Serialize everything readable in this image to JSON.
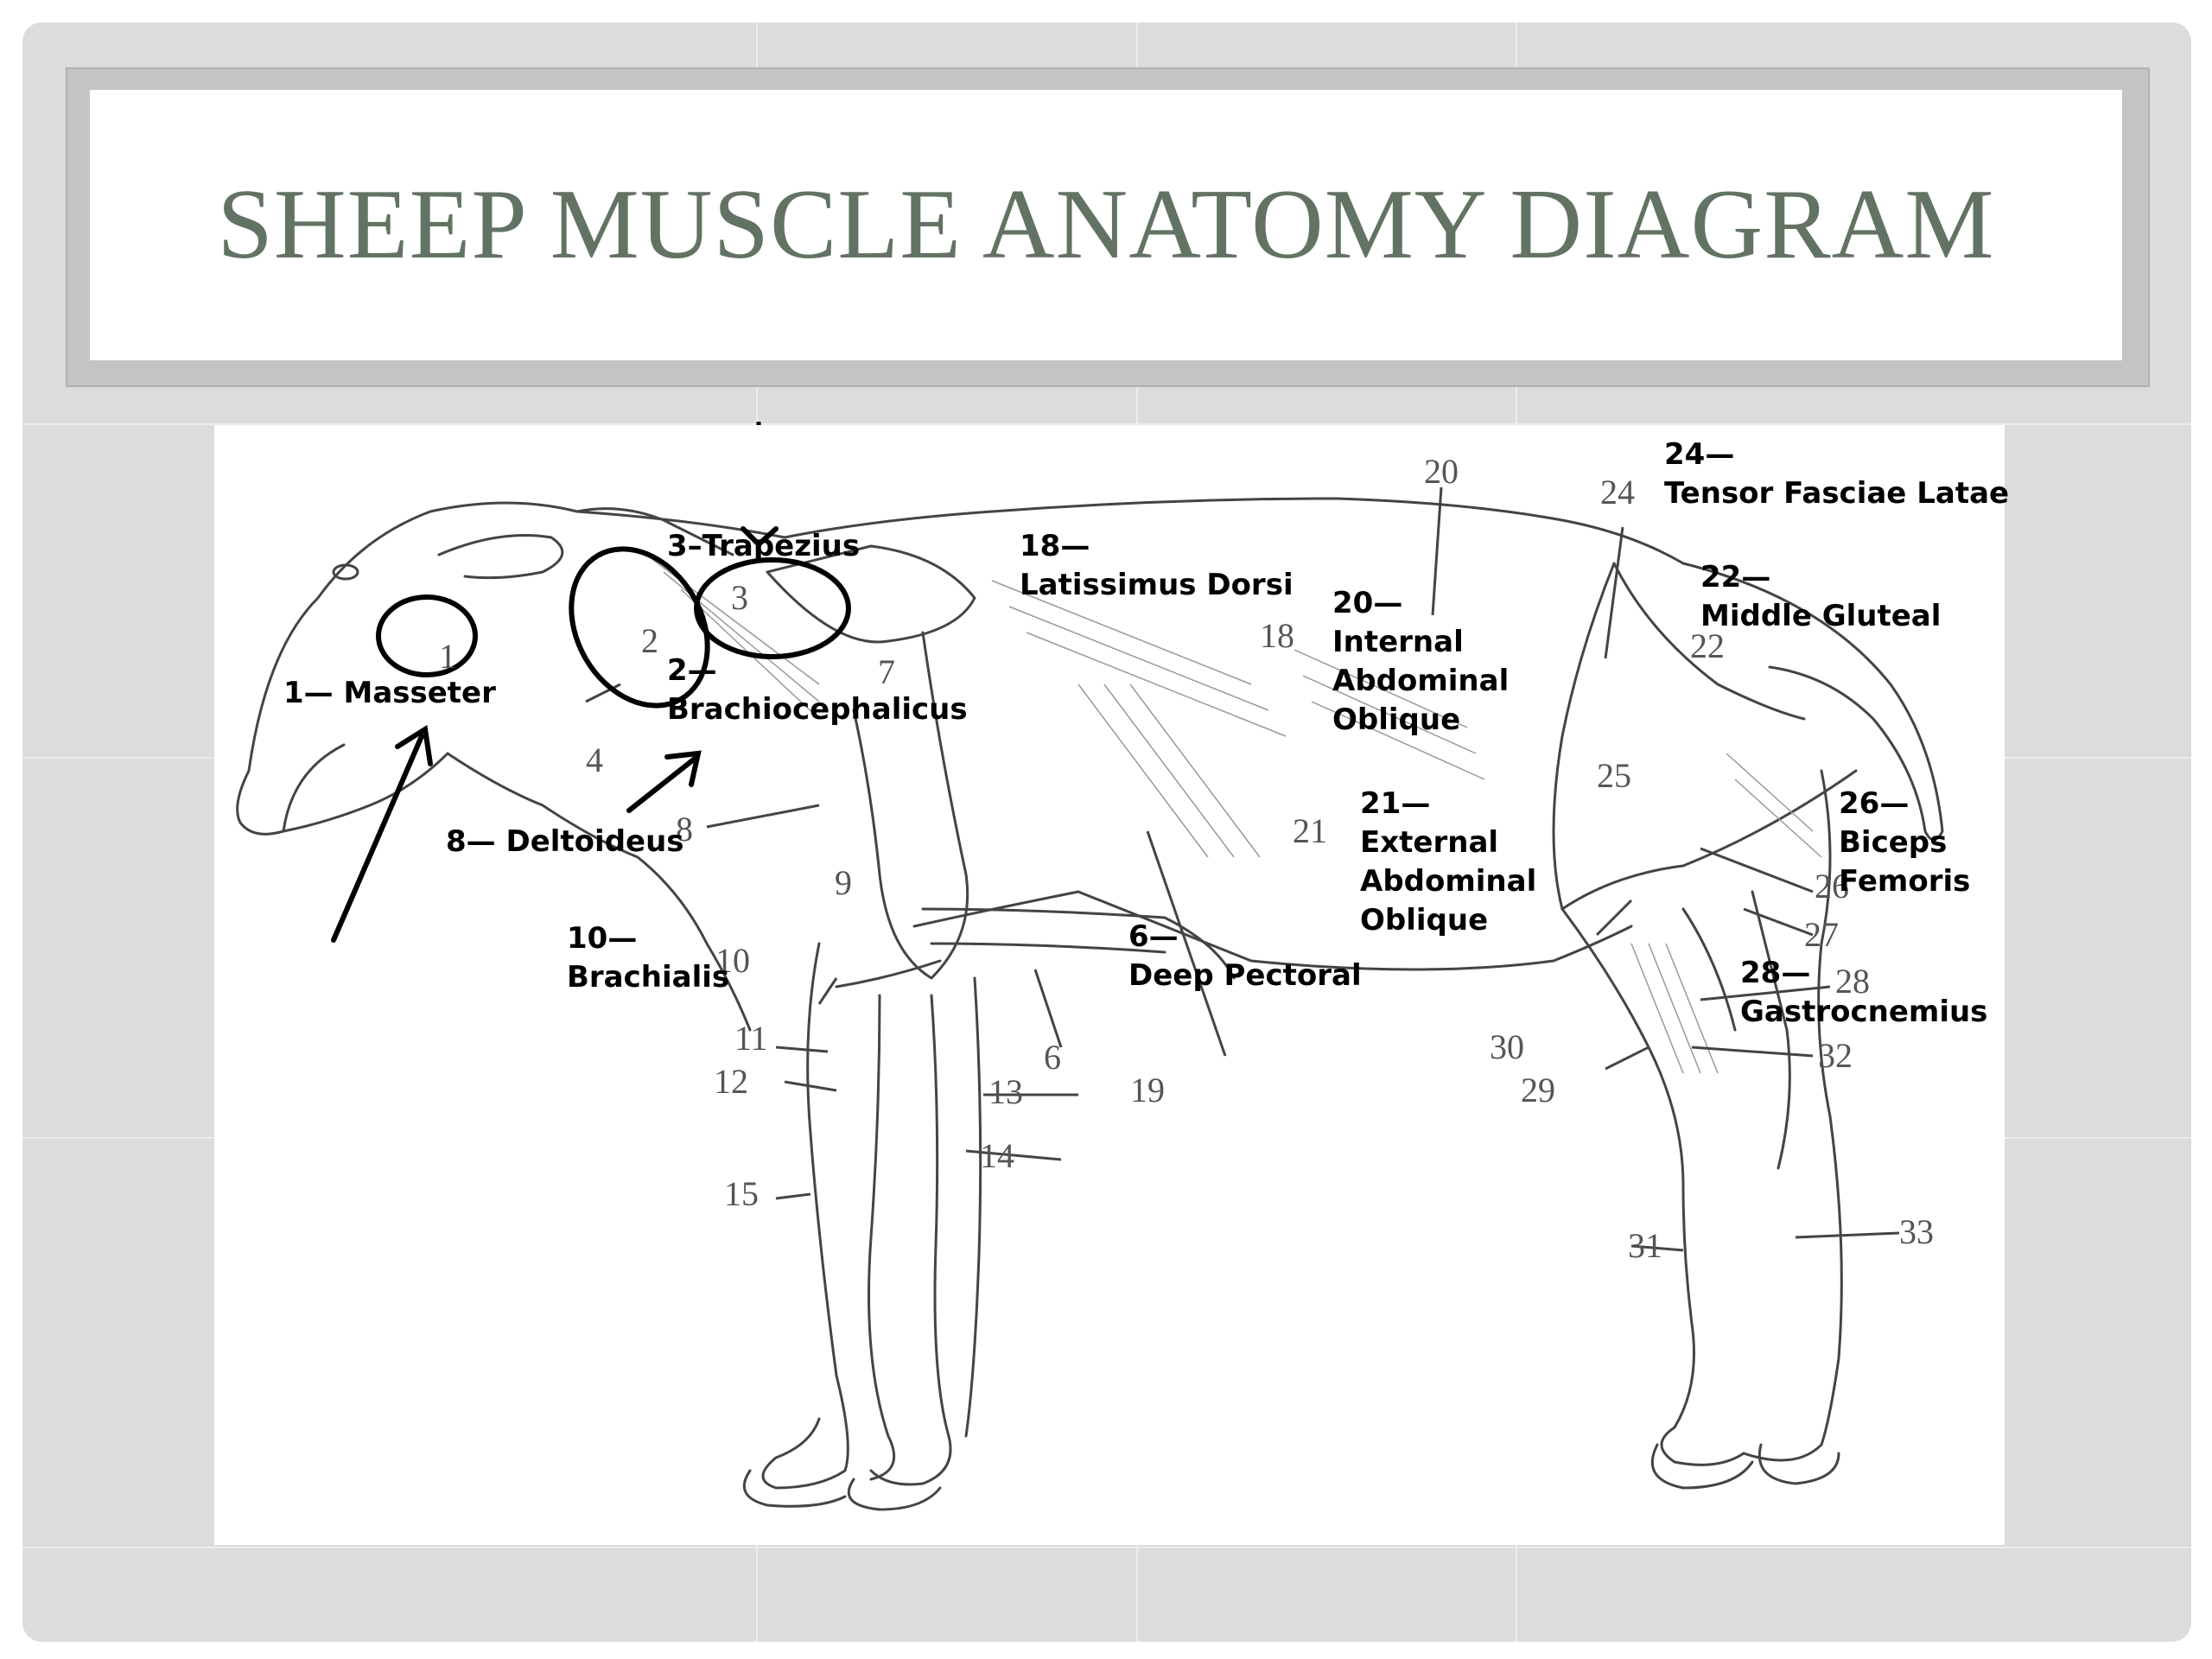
{
  "slide": {
    "title": "SHEEP MUSCLE ANATOMY DIAGRAM"
  },
  "labels": {
    "masseter": "1— Masseter",
    "trapezius": "3–Trapezius",
    "brachiocephalicus": [
      "2—",
      "Brachiocephalicus"
    ],
    "latissimus": [
      "18—",
      "Latissimus Dorsi"
    ],
    "int_oblique": [
      "20—",
      "Internal",
      "Abdominal",
      "Oblique"
    ],
    "ext_oblique": [
      "21—",
      "External",
      "Abdominal",
      "Oblique"
    ],
    "tensor": [
      "24—",
      "Tensor Fasciae Latae"
    ],
    "gluteal": [
      "22—",
      "Middle Gluteal"
    ],
    "biceps": [
      "26—",
      "Biceps",
      "Femoris"
    ],
    "gastrocnemius": [
      "28—",
      "Gastrocnemius"
    ],
    "deltoideus": "8— Deltoideus",
    "brachialis": [
      "10—",
      "Brachialis"
    ],
    "deep_pectoral": [
      "6—",
      "Deep Pectoral"
    ]
  },
  "figure_numbers": [
    "1",
    "2",
    "3",
    "4",
    "6",
    "7",
    "8",
    "9",
    "10",
    "11",
    "12",
    "13",
    "14",
    "15",
    "18",
    "19",
    "20",
    "21",
    "22",
    "24",
    "25",
    "26",
    "27",
    "28",
    "29",
    "30",
    "31",
    "32",
    "33"
  ]
}
